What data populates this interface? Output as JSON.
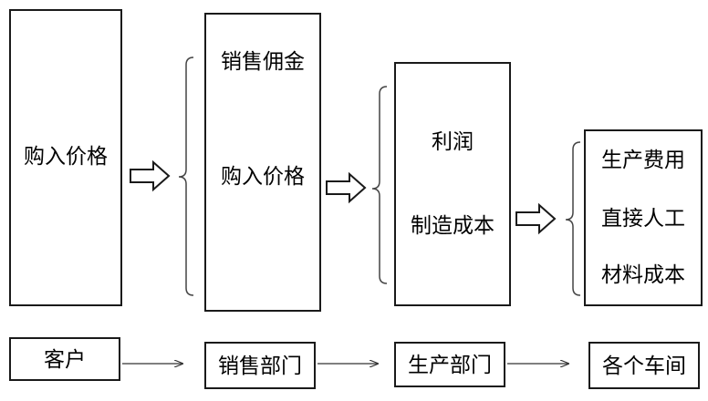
{
  "stage1": {
    "items": [
      "购入价格"
    ]
  },
  "stage2": {
    "items": [
      "销售佣金",
      "购入价格"
    ]
  },
  "stage3": {
    "items": [
      "利润",
      "制造成本"
    ]
  },
  "stage4": {
    "items": [
      "生产费用",
      "直接人工",
      "材料成本"
    ]
  },
  "departments": [
    "客户",
    "销售部门",
    "生产部门",
    "各个车间"
  ]
}
